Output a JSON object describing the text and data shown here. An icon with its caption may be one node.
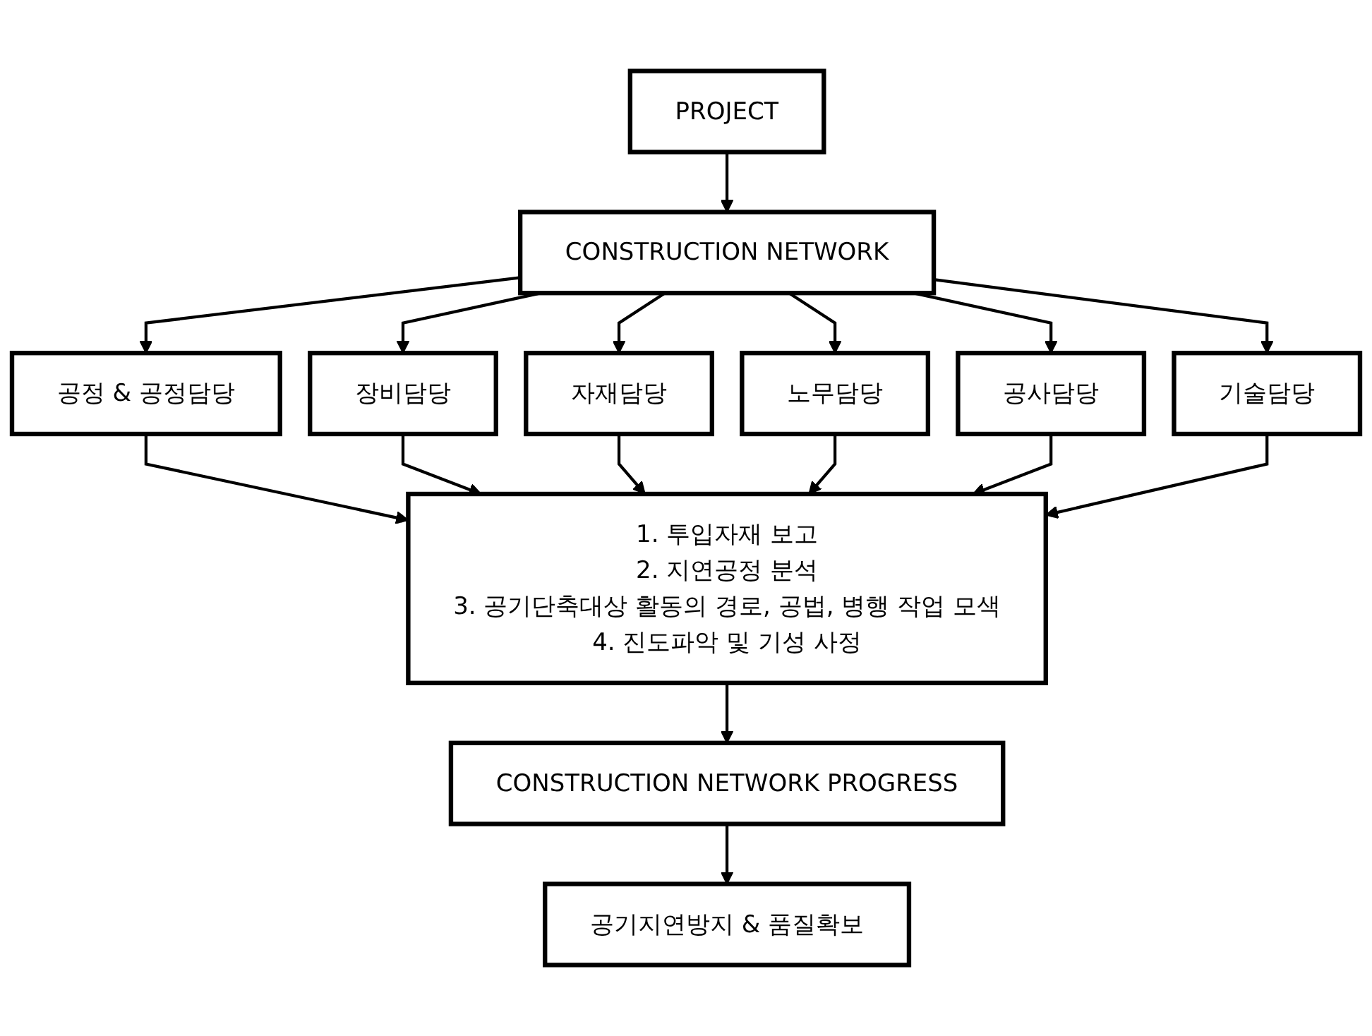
{
  "diagram": {
    "nodes": [
      {
        "text": [
          "PROJECT"
        ]
      },
      {
        "text": [
          "CONSTRUCTION NETWORK"
        ]
      },
      {
        "text": [
          "공정 & 공정담당"
        ]
      },
      {
        "text": [
          "장비담당"
        ]
      },
      {
        "text": [
          "자재담당"
        ]
      },
      {
        "text": [
          "노무담당"
        ]
      },
      {
        "text": [
          "공사담당"
        ]
      },
      {
        "text": [
          "기술담당"
        ]
      },
      {
        "text": [
          "1. 투입자재 보고",
          "2. 지연공정 분석",
          "3. 공기단축대상 활동의 경로, 공법, 병행 작업 모색",
          "4. 진도파악 및 기성 사정"
        ]
      },
      {
        "text": [
          "CONSTRUCTION NETWORK PROGRESS"
        ]
      },
      {
        "text": [
          "공기지연방지 & 품질확보"
        ]
      }
    ],
    "edges": [
      {
        "from": 0,
        "to": 1,
        "arrow": "to"
      },
      {
        "from": 1,
        "to": 2,
        "arrow": "to"
      },
      {
        "from": 1,
        "to": 3,
        "arrow": "to"
      },
      {
        "from": 1,
        "to": 4,
        "arrow": "to"
      },
      {
        "from": 1,
        "to": 5,
        "arrow": "to"
      },
      {
        "from": 1,
        "to": 6,
        "arrow": "to"
      },
      {
        "from": 1,
        "to": 7,
        "arrow": "to"
      },
      {
        "from": 2,
        "to": 8,
        "arrow": "to"
      },
      {
        "from": 3,
        "to": 8,
        "arrow": "to"
      },
      {
        "from": 4,
        "to": 8,
        "arrow": "to"
      },
      {
        "from": 5,
        "to": 8,
        "arrow": "to"
      },
      {
        "from": 6,
        "to": 8,
        "arrow": "to"
      },
      {
        "from": 7,
        "to": 8,
        "arrow": "to"
      },
      {
        "from": 8,
        "to": 9,
        "arrow": "to"
      },
      {
        "from": 9,
        "to": 10,
        "arrow": "to"
      }
    ]
  }
}
